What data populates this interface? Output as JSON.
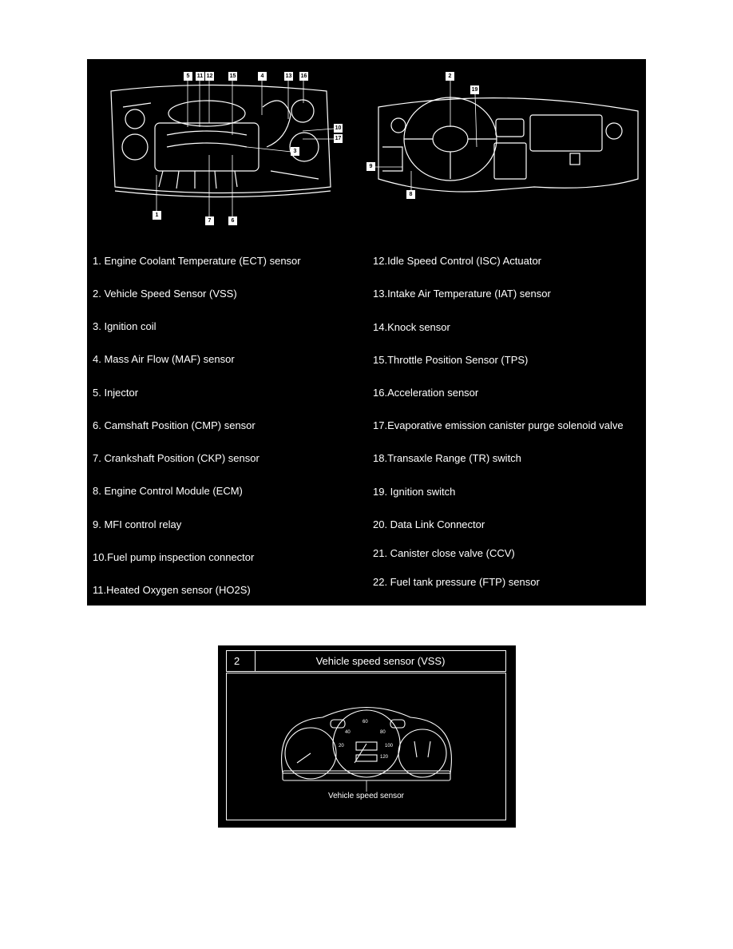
{
  "engine_callouts": [
    "5",
    "11",
    "12",
    "15",
    "4",
    "13",
    "16",
    "10",
    "17",
    "3",
    "1",
    "7",
    "6"
  ],
  "dash_callouts": [
    "2",
    "19",
    "9",
    "8"
  ],
  "legend_left": [
    "1.  Engine Coolant Temperature (ECT) sensor",
    "2.  Vehicle Speed Sensor (VSS)",
    "3.  Ignition coil",
    "4.  Mass Air Flow (MAF) sensor",
    "5.  Injector",
    "6.  Camshaft Position (CMP) sensor",
    "7.  Crankshaft Position (CKP) sensor",
    "8.  Engine Control Module (ECM)",
    "9.  MFI control relay",
    "10.Fuel pump inspection connector",
    "11.Heated Oxygen sensor (HO2S)"
  ],
  "legend_right": [
    "12.Idle Speed Control (ISC) Actuator",
    "13.Intake Air Temperature (IAT) sensor",
    "14.Knock sensor",
    "15.Throttle Position Sensor (TPS)",
    "16.Acceleration sensor",
    "17.Evaporative emission canister purge solenoid valve",
    "18.Transaxle Range (TR) switch",
    "19.   Ignition switch",
    "20. Data Link Connector",
    "21. Canister close valve (CCV)",
    "22. Fuel tank pressure (FTP) sensor"
  ],
  "vss_figure": {
    "number": "2",
    "title": "Vehicle speed sensor (VSS)",
    "caption": "Vehicle speed sensor"
  }
}
